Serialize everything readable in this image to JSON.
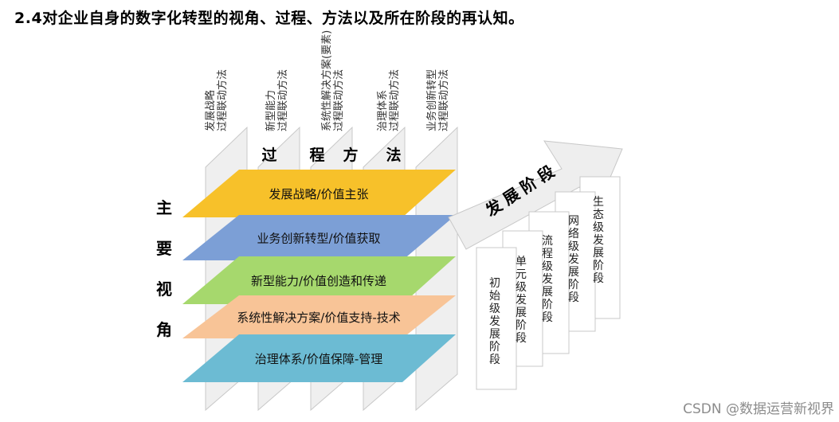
{
  "title": "2.4对企业自身的数字化转型的视角、过程、方法以及所在阶段的再认知。",
  "process_label": [
    "过",
    "程",
    "方",
    "法"
  ],
  "perspective_label": [
    "主",
    "要",
    "视",
    "角"
  ],
  "columns": [
    {
      "lines": [
        "发展战略",
        "过程联动方法"
      ]
    },
    {
      "lines": [
        "新型能力",
        "过程联动方法"
      ]
    },
    {
      "lines": [
        "系统性解决方案(要素)",
        "过程联动方法"
      ]
    },
    {
      "lines": [
        "治理体系",
        "过程联动方法"
      ]
    },
    {
      "lines": [
        "业务创新转型",
        "过程联动方法"
      ]
    }
  ],
  "layers": [
    {
      "label": "发展战略/价值主张",
      "color": "#F7C12A"
    },
    {
      "label": "业务创新转型/价值获取",
      "color": "#7C9FD6"
    },
    {
      "label": "新型能力/价值创造和传递",
      "color": "#A6D86D"
    },
    {
      "label": "系统性解决方案/价值支持-技术",
      "color": "#F8C497"
    },
    {
      "label": "治理体系/价值保障-管理",
      "color": "#6CBBD3"
    }
  ],
  "arrow_label": "发展阶段",
  "stages": [
    {
      "label": "初始级发展阶段"
    },
    {
      "label": "单元级发展阶段"
    },
    {
      "label": "流程级发展阶段"
    },
    {
      "label": "网络级发展阶段"
    },
    {
      "label": "生态级发展阶段"
    }
  ],
  "watermark": "CSDN @数据运营新视界"
}
